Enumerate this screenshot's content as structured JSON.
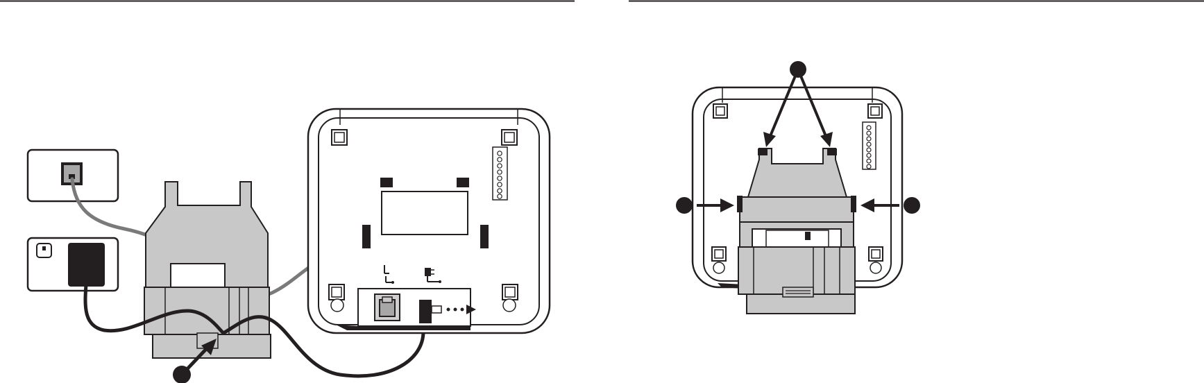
{
  "figures": [
    {
      "name": "wall-mount-connection",
      "callouts": [
        {
          "label": "",
          "target": "cord-channel"
        }
      ]
    },
    {
      "name": "bracket-installation",
      "callouts": [
        {
          "label": "",
          "target": "top-tabs"
        },
        {
          "label": "",
          "target": "left-side"
        },
        {
          "label": "",
          "target": "right-side"
        }
      ]
    }
  ],
  "port_symbols": {
    "telephone_line": "line-jack-icon",
    "power": "power-plug-icon"
  },
  "colors": {
    "outline": "#231f20",
    "bracket_fill": "#c8c8c8",
    "jack_fill": "#a7a7a7",
    "phone_cord": "#7a7a7a",
    "power_cord": "#231f20",
    "background": "#ffffff"
  }
}
